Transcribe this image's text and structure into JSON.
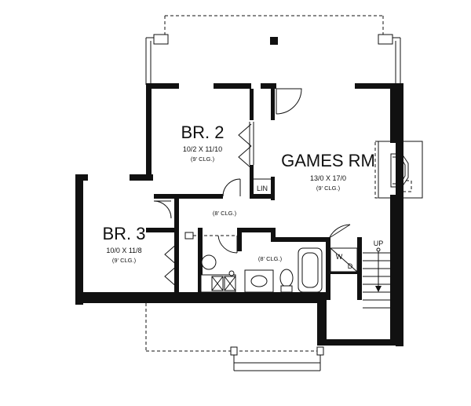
{
  "rooms": {
    "br2": {
      "name": "BR. 2",
      "size": "10/2 X 11/10",
      "ceiling": "(9' CLG.)"
    },
    "br3": {
      "name": "BR. 3",
      "size": "10/0 X 11/8",
      "ceiling": "(9' CLG.)"
    },
    "games": {
      "name": "GAMES RM",
      "size": "13/0 X 17/0",
      "ceiling": "(9' CLG.)"
    },
    "hall": {
      "ceiling": "(8' CLG.)"
    },
    "bath": {
      "ceiling": "(8' CLG.)"
    }
  },
  "labels": {
    "linen": "LIN",
    "washer_dryer_w": "W",
    "washer_dryer_d": "D",
    "stairs_up": "UP"
  }
}
